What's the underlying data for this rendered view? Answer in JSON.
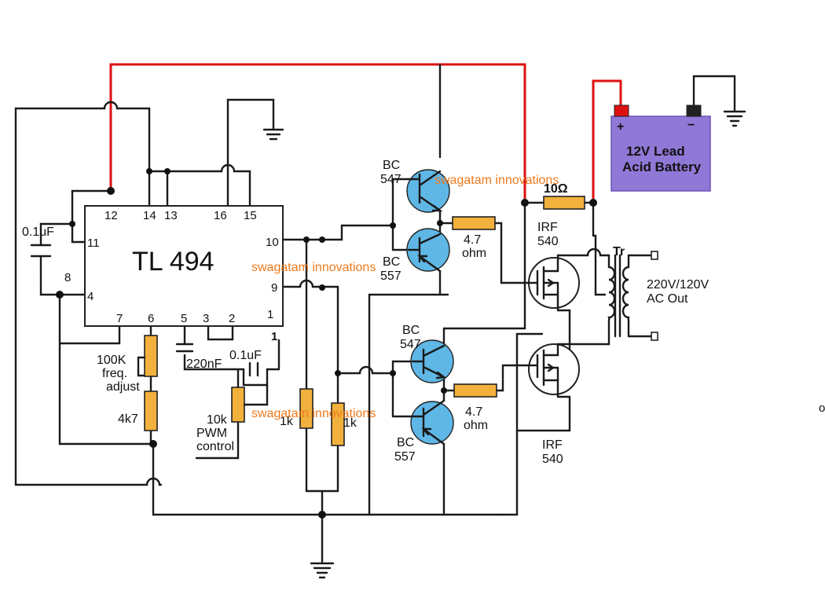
{
  "ic": {
    "name": "TL 494",
    "pins": {
      "p12": "12",
      "p14": "14",
      "p13": "13",
      "p16": "16",
      "p15": "15",
      "p11": "11",
      "p8": "8",
      "p4": "4",
      "p10": "10",
      "p9": "9",
      "p7": "7",
      "p6": "6",
      "p5": "5",
      "p3": "3",
      "p2": "2",
      "p1": "1",
      "p1_out": "1"
    }
  },
  "labels": {
    "cap_timing": "0.1uF",
    "pot_freq": "100K\nfreq.\nadjust",
    "res_4k7": "4k7",
    "cap_220n": "220nF",
    "cap_fb": "0.1uF",
    "pot_pwm": "10k\nPWM\ncontrol",
    "res_1k_a": "1k",
    "res_1k_b": "1k",
    "q1": "BC\n547",
    "q2": "BC\n557",
    "q3": "BC\n547",
    "q4": "BC\n557",
    "r_gate_top": "4.7\nohm",
    "r_gate_bot": "4.7\nohm",
    "mos_top": "IRF\n540",
    "mos_bot": "IRF\n540",
    "r_10": "10Ω",
    "transformer": "Tr",
    "ac_out": "220V/120V\nAC Out",
    "battery": "12V Lead\nAcid Battery",
    "bat_plus": "+",
    "bat_minus": "−",
    "stray": "o"
  },
  "watermarks": [
    "swagatam innovations",
    "swagatam innovations",
    "swagatam innovations"
  ],
  "colors": {
    "positive_wire": "#dd1111",
    "battery": "#8f78d6",
    "resistor": "#f2b13c",
    "transistor": "#5fb7e6",
    "watermark": "#f07a1c"
  }
}
